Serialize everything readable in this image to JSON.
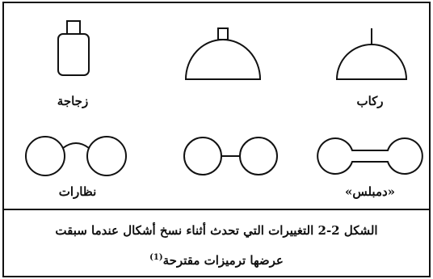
{
  "labels": {
    "bottle": "زجاجة",
    "stirrup": "ركاب",
    "eyeglasses": "نظارات",
    "dumbbell": "«دمبلس»"
  },
  "caption": {
    "line1": "الشكل 2-2 التغييرات التي تحدث أثناء نسخ أشكال عندما سبقت",
    "line2": "عرضها ترميزات مقترحة",
    "footnote": "(1)"
  }
}
